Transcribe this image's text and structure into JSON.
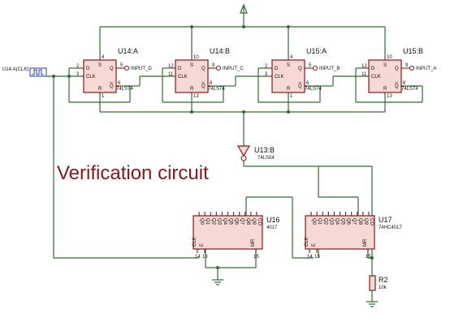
{
  "title_text": "Verification circuit",
  "clock_source": "U14:A(CLK)",
  "flipflops": [
    {
      "ref": "U14:A",
      "part": "74LS74",
      "output_label": "INPUT_D",
      "pins": {
        "d": "2",
        "clk": "3",
        "q": "5",
        "qbar": "6",
        "pre": "4",
        "clr": "1"
      }
    },
    {
      "ref": "U14:B",
      "part": "74LS74",
      "output_label": "INPUT_C",
      "pins": {
        "d": "12",
        "clk": "11",
        "q": "9",
        "qbar": "8",
        "pre": "10",
        "clr": "13"
      }
    },
    {
      "ref": "U15:A",
      "part": "74LS74",
      "output_label": "INPUT_B",
      "pins": {
        "d": "2",
        "clk": "3",
        "q": "5",
        "qbar": "6",
        "pre": "4",
        "clr": "1"
      }
    },
    {
      "ref": "U15:B",
      "part": "74LS74",
      "output_label": "INPUT_A",
      "pins": {
        "d": "12",
        "clk": "11",
        "q": "9",
        "qbar": "8",
        "pre": "10",
        "clr": "13"
      }
    }
  ],
  "pin_names": {
    "d": "D",
    "clk": "CLK",
    "q": "Q",
    "qbar": "Q",
    "pre": "S",
    "clr": "R"
  },
  "inverter": {
    "ref": "U13:B",
    "part": "74LS04"
  },
  "counters": [
    {
      "ref": "U16",
      "part": "4017",
      "outputs": [
        "Q0",
        "Q1",
        "Q2",
        "Q3",
        "Q4",
        "Q5",
        "Q6",
        "Q7",
        "Q8",
        "Q9",
        "CO"
      ],
      "bottom_pins": [
        "CLK",
        "E",
        "MR"
      ],
      "pin_numbers": [
        "14",
        "13",
        "15"
      ]
    },
    {
      "ref": "U17",
      "part": "74HC4017",
      "outputs": [
        "Q0",
        "Q1",
        "Q2",
        "Q3",
        "Q4",
        "Q5",
        "Q6",
        "Q7",
        "Q8",
        "Q9",
        "CO"
      ],
      "bottom_pins": [
        "CLK",
        "E",
        "MR"
      ],
      "pin_numbers": [
        "14",
        "13",
        "15"
      ]
    }
  ],
  "resistor": {
    "ref": "R2",
    "value": "10k"
  }
}
